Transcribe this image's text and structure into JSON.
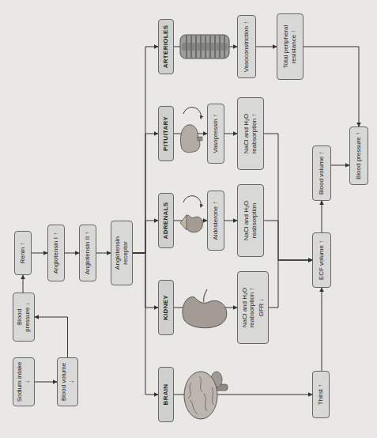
{
  "diagram": {
    "nodes": [
      {
        "text": [
          "Sodium intake ↓"
        ]
      },
      {
        "text": [
          "Blood volume ↓"
        ]
      },
      {
        "text": [
          "Blood pressure ↓"
        ]
      },
      {
        "text": [
          "Renin ↑"
        ]
      },
      {
        "text": [
          "Angiotensin I ↑"
        ]
      },
      {
        "text": [
          "Angiotensin II ↑"
        ]
      },
      {
        "text": [
          "Angiotensin receptor"
        ]
      },
      {
        "text": [
          "BRAIN"
        ]
      },
      {
        "text": [
          "KIDNEY"
        ]
      },
      {
        "text": [
          "ADRENALS"
        ]
      },
      {
        "text": [
          "PITUITARY"
        ]
      },
      {
        "text": [
          "ARTERIOLES"
        ]
      },
      {
        "text": [
          "Aldosterone ↑"
        ]
      },
      {
        "text": [
          "Vasopressin ↑"
        ]
      },
      {
        "text": [
          "NaCl and H₂O reabsorption ↑",
          "GFR ↓"
        ]
      },
      {
        "text": [
          "NaCl and H₂O reabsorption"
        ]
      },
      {
        "text": [
          "NaCl and H₂O reabsorption ↑"
        ]
      },
      {
        "text": [
          "Vasoconstriction ↑"
        ]
      },
      {
        "text": [
          "Total peripheral resistance ↑"
        ]
      },
      {
        "text": [
          "Thirst ↑"
        ]
      },
      {
        "text": [
          "ECF volume ↑"
        ]
      },
      {
        "text": [
          "Blood volume ↑"
        ]
      },
      {
        "text": [
          "Blood pressure ↑"
        ]
      }
    ],
    "edges": [
      {
        "from": 0,
        "to": 1,
        "arrow": "to"
      },
      {
        "from": 1,
        "to": 2,
        "arrow": "to"
      },
      {
        "from": 2,
        "to": 3,
        "arrow": "to"
      },
      {
        "from": 3,
        "to": 4,
        "arrow": "to"
      },
      {
        "from": 4,
        "to": 5,
        "arrow": "to"
      },
      {
        "from": 5,
        "to": 6,
        "arrow": "to"
      },
      {
        "from": 6,
        "to": 7,
        "arrow": "to"
      },
      {
        "from": 6,
        "to": 8,
        "arrow": "to"
      },
      {
        "from": 6,
        "to": 9,
        "arrow": "to"
      },
      {
        "from": 6,
        "to": 10,
        "arrow": "to"
      },
      {
        "from": 6,
        "to": 11,
        "arrow": "to"
      },
      {
        "from": 7,
        "to": 19,
        "arrow": "to"
      },
      {
        "from": 8,
        "to": 14,
        "arrow": "to"
      },
      {
        "from": 9,
        "to": 12,
        "arrow": "to"
      },
      {
        "from": 12,
        "to": 15,
        "arrow": "to"
      },
      {
        "from": 10,
        "to": 13,
        "arrow": "to"
      },
      {
        "from": 13,
        "to": 16,
        "arrow": "to"
      },
      {
        "from": 11,
        "to": 17,
        "arrow": "to"
      },
      {
        "from": 17,
        "to": 18,
        "arrow": "to"
      },
      {
        "from": 19,
        "to": 20,
        "arrow": "to"
      },
      {
        "from": 14,
        "to": 20,
        "arrow": "to"
      },
      {
        "from": 15,
        "to": 20,
        "arrow": "to"
      },
      {
        "from": 16,
        "to": 20,
        "arrow": "to"
      },
      {
        "from": 20,
        "to": 21,
        "arrow": "to"
      },
      {
        "from": 21,
        "to": 22,
        "arrow": "to"
      },
      {
        "from": 18,
        "to": 22,
        "arrow": "to"
      }
    ]
  }
}
